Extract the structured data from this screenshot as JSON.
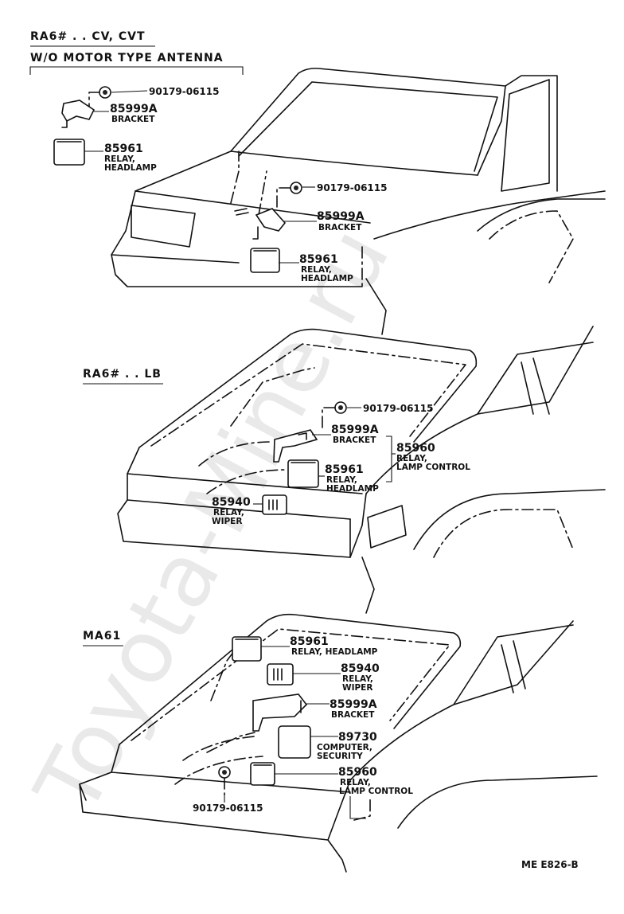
{
  "sections": [
    {
      "header_lines": [
        "RA6# . . CV, CVT",
        "W/O MOTOR TYPE ANTENNA"
      ],
      "callouts": [
        {
          "part_no": "90179-06115",
          "desc": []
        },
        {
          "part_no": "85999A",
          "desc": [
            "BRACKET"
          ]
        },
        {
          "part_no": "85961",
          "desc": [
            "RELAY,",
            "HEADLAMP"
          ]
        },
        {
          "part_no": "90179-06115",
          "desc": []
        },
        {
          "part_no": "85999A",
          "desc": [
            "BRACKET"
          ]
        },
        {
          "part_no": "85961",
          "desc": [
            "RELAY,",
            "HEADLAMP"
          ]
        }
      ]
    },
    {
      "header_lines": [
        "RA6# . . LB"
      ],
      "callouts": [
        {
          "part_no": "90179-06115",
          "desc": []
        },
        {
          "part_no": "85999A",
          "desc": [
            "BRACKET"
          ]
        },
        {
          "part_no": "85960",
          "desc": [
            "RELAY,",
            "LAMP CONTROL"
          ]
        },
        {
          "part_no": "85961",
          "desc": [
            "RELAY,",
            "HEADLAMP"
          ]
        },
        {
          "part_no": "85940",
          "desc": [
            "RELAY,",
            "WIPER"
          ]
        }
      ]
    },
    {
      "header_lines": [
        "MA61"
      ],
      "callouts": [
        {
          "part_no": "85961",
          "desc": [
            "RELAY, HEADLAMP"
          ]
        },
        {
          "part_no": "85940",
          "desc": [
            "RELAY,",
            "WIPER"
          ]
        },
        {
          "part_no": "85999A",
          "desc": [
            "BRACKET"
          ]
        },
        {
          "part_no": "89730",
          "desc": [
            "COMPUTER,",
            "SECURITY"
          ]
        },
        {
          "part_no": "85960",
          "desc": [
            "RELAY,",
            "LAMP CONTROL"
          ]
        },
        {
          "part_no": "90179-06115",
          "desc": []
        }
      ]
    }
  ],
  "footer_code": "ME  E826-B",
  "watermark": "Toyota-Mine.ru"
}
